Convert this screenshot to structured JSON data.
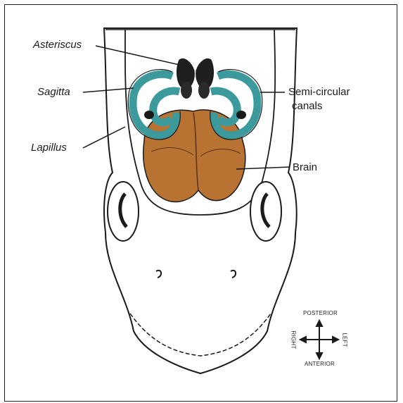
{
  "labels": {
    "asteriscus": "Asteriscus",
    "sagitta": "Sagitta",
    "lapillus": "Lapillus",
    "semicircular_line1": "Semi-circular",
    "semicircular_line2": "canals",
    "brain": "Brain"
  },
  "orientation": {
    "posterior": "POSTERIOR",
    "anterior": "ANTERIOR",
    "right": "RIGHT",
    "left": "LEFT"
  },
  "colors": {
    "canals": "#3d9a9c",
    "brain": "#b87333",
    "ink": "#1a1a1a"
  }
}
